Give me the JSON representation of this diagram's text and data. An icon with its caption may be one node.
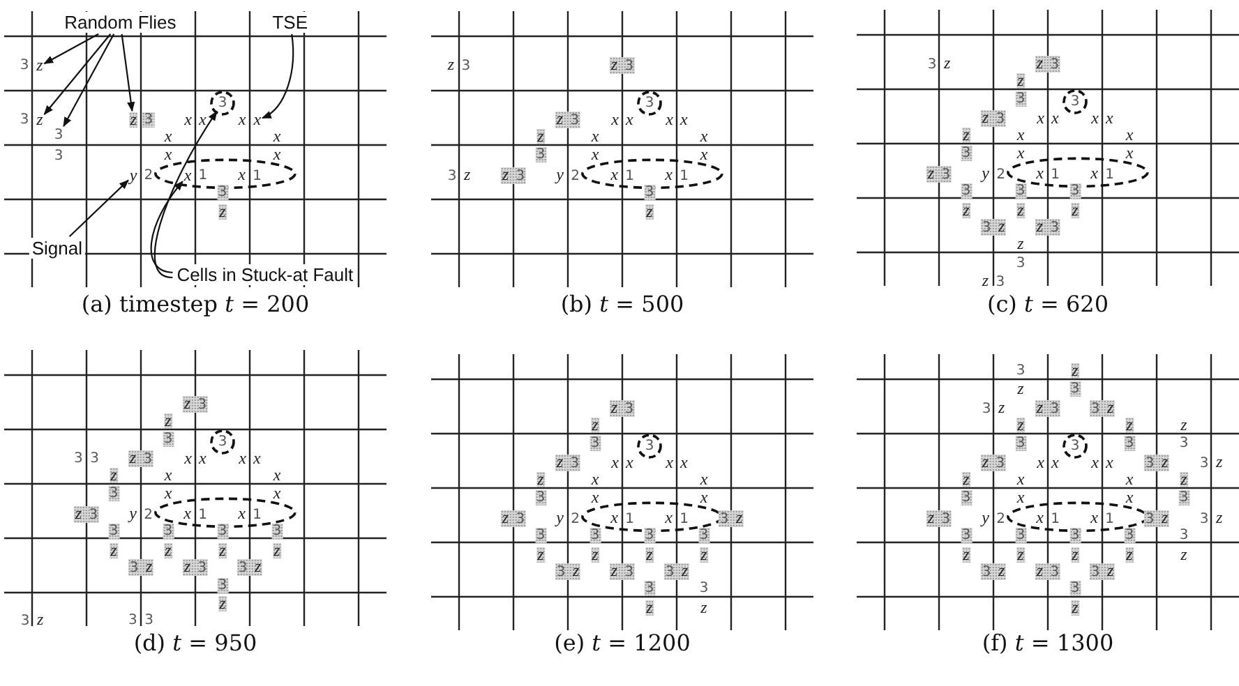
{
  "diagram": {
    "nodes": [
      {
        "text": [
          "Random Flies"
        ]
      },
      {
        "text": [
          "z"
        ]
      },
      {
        "text": [
          "z"
        ]
      },
      {
        "text": [
          "3"
        ]
      },
      {
        "text": [
          "z"
        ]
      },
      {
        "text": [
          "TSE"
        ]
      },
      {
        "text": [
          "x"
        ]
      },
      {
        "text": [
          "Signal"
        ]
      },
      {
        "text": [
          "y"
        ]
      },
      {
        "text": [
          "Cells in Stuck-at Fault"
        ]
      },
      {
        "text": [
          "3"
        ]
      },
      {
        "text": [
          "x"
        ]
      }
    ],
    "edges": [
      {
        "from": 0,
        "to": 1,
        "arrow": "to"
      },
      {
        "from": 0,
        "to": 2,
        "arrow": "to"
      },
      {
        "from": 0,
        "to": 3,
        "arrow": "to"
      },
      {
        "from": 0,
        "to": 4,
        "arrow": "to"
      },
      {
        "from": 5,
        "to": 6,
        "arrow": "to"
      },
      {
        "from": 7,
        "to": 8,
        "arrow": "to"
      },
      {
        "from": 9,
        "to": 10,
        "arrow": "to"
      },
      {
        "from": 9,
        "to": 11,
        "arrow": "to"
      }
    ],
    "labels": [
      "3",
      "3",
      "3",
      "3",
      "x",
      "x x",
      "x",
      "x",
      "x",
      "x",
      "2",
      "1",
      "*x* 1",
      "3",
      "z",
      "(a) timestep *t* = 200",
      "*z* 3",
      "*z* 3",
      "3",
      "*z* 3",
      "x x",
      "x x",
      "z",
      "x",
      "x",
      "3",
      "x",
      "x",
      "3 *z*",
      "*z* 3",
      "*y* 2",
      "*x* 1",
      "*x* 1",
      "3",
      "z",
      "(b) *t* = 500",
      "3 *z*",
      "*z* 3",
      "z",
      "3",
      "3",
      "*z* 3",
      "x x",
      "x x",
      "z",
      "x",
      "x",
      "3",
      "x",
      "x",
      "*z* 3",
      "*y* 2",
      "*x* 1",
      "*x* 1",
      "3",
      "3",
      "3",
      "z",
      "z",
      "z",
      "3 *z*",
      "*z* 3",
      "z",
      "3",
      "*z* 3",
      "(c) *t* = 620",
      "*z* 3",
      "z",
      "3",
      "3",
      "3 3",
      "*z* 3",
      "x x",
      "x x",
      "z",
      "x",
      "x",
      "3",
      "x",
      "x",
      "*z* 3",
      "*y* 2",
      "*x* 1",
      "*x* 1",
      "3",
      "3",
      "3",
      "3",
      "z",
      "z",
      "z",
      "z",
      "3 *z*",
      "*z* 3",
      "3 *z*",
      "3",
      "z",
      "3 *z*",
      "3 3",
      "(d) *t* = 950",
      "*z* 3",
      "z",
      "3",
      "3",
      "*z* 3",
      "x x",
      "x x",
      "z",
      "x",
      "x",
      "3",
      "x",
      "x",
      "*z* 3",
      "*y* 2",
      "*x* 1",
      "*x* 1",
      "3 *z*",
      "3",
      "3",
      "3",
      "3",
      "z",
      "z",
      "z",
      "z",
      "3 *z*",
      "*z* 3",
      "3 *z*",
      "3",
      "3",
      "z",
      "z",
      "(e) *t* = 1200",
      "3",
      "z",
      "z",
      "3",
      "3 *z*",
      "*z* 3",
      "3 *z*",
      "z",
      "z",
      "z",
      "3",
      "3",
      "3",
      "3",
      "*z* 3",
      "x x",
      "x x",
      "3 *z*",
      "3 *z*",
      "z",
      "x",
      "x",
      "z",
      "3",
      "x",
      "x",
      "3",
      "*z* 3",
      "*y* 2",
      "*x* 1",
      "*x* 1",
      "3 *z*",
      "3 *z*",
      "3",
      "3",
      "3",
      "3",
      "3",
      "z",
      "z",
      "z",
      "z",
      "z",
      "3 *z*",
      "*z* 3",
      "3 *z*",
      "3",
      "z",
      "(f) *t* = 1300"
    ]
  }
}
